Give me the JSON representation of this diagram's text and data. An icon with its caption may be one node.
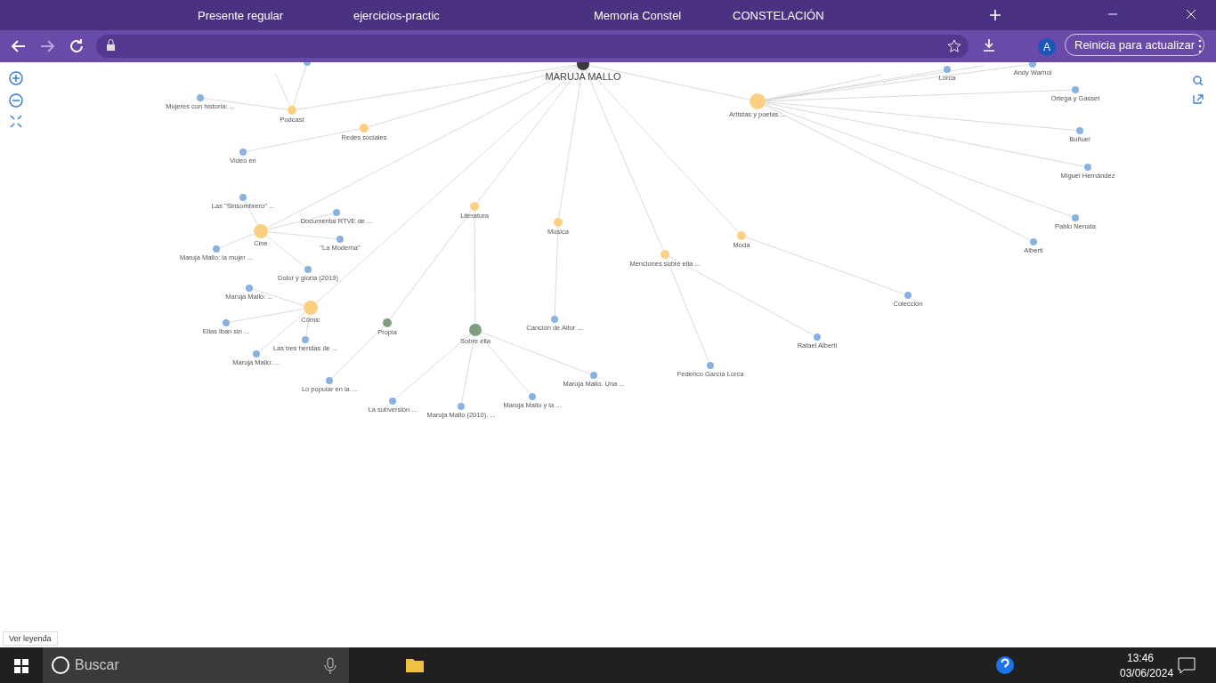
{
  "diagram": {
    "nodes": [
      {
        "text": [
          "MARUJA MALLO"
        ]
      },
      {
        "text": [
          "Podcast"
        ]
      },
      {
        "text": [
          "Mujeres con historia: ..."
        ]
      },
      {
        "text": [],
        "shape": "circle"
      },
      {
        "text": [
          "Redes sociales"
        ]
      },
      {
        "text": [
          "Video en"
        ]
      },
      {
        "text": [
          "Artistas y poetas ..."
        ]
      },
      {
        "text": [
          "Lorca"
        ]
      },
      {
        "text": [
          "Andy Warhol"
        ]
      },
      {
        "text": [
          "Ortega y Gasset"
        ]
      },
      {
        "text": [
          "Buñuel"
        ]
      },
      {
        "text": [
          "Miguel Hernández"
        ]
      },
      {
        "text": [
          "Pablo Neruda"
        ]
      },
      {
        "text": [
          "Alberti"
        ]
      },
      {
        "text": [
          "Literatura"
        ]
      },
      {
        "text": [
          "Música"
        ]
      },
      {
        "text": [
          "Menciones sobre ella ..."
        ]
      },
      {
        "text": [
          "Moda"
        ]
      },
      {
        "text": [
          "Colección"
        ]
      },
      {
        "text": [
          "Rafael Alberti"
        ]
      },
      {
        "text": [
          "Federico García Lorca"
        ]
      },
      {
        "text": [
          "Canción de Aitor ..."
        ]
      },
      {
        "text": [
          "Cine"
        ]
      },
      {
        "text": [
          "Las \"Sinsombrero\" ..."
        ]
      },
      {
        "text": [
          "Documental RTVE de ..."
        ]
      },
      {
        "text": [
          "\"La Moderna\""
        ]
      },
      {
        "text": [
          "Maruja Mallo: la mujer ..."
        ]
      },
      {
        "text": [
          "Dolor y gloria (2019)"
        ]
      },
      {
        "text": [
          "Cómic"
        ]
      },
      {
        "text": [
          "Maruja Mallo: ..."
        ]
      },
      {
        "text": [
          "Ellas iban sin ..."
        ]
      },
      {
        "text": [
          "Las tres heridas de ..."
        ]
      },
      {
        "text": [
          "Maruja Mallo: ..."
        ]
      },
      {
        "text": [
          "Propia"
        ]
      },
      {
        "text": [
          "Lo popular en la ..."
        ]
      },
      {
        "text": [
          "Sobre ella"
        ]
      },
      {
        "text": [
          "La subversión ..."
        ]
      },
      {
        "text": [
          "Maruja Mallo (2010). ..."
        ]
      },
      {
        "text": [
          "Maruja Mallo y la ..."
        ]
      },
      {
        "text": [
          "Maruja Mallo. Una ..."
        ]
      }
    ],
    "edges": [
      {
        "from": 0,
        "to": 1,
        "arrow": "none"
      },
      {
        "from": 0,
        "to": 4,
        "arrow": "none"
      },
      {
        "from": 0,
        "to": 6,
        "arrow": "none"
      },
      {
        "from": 0,
        "to": 14,
        "arrow": "none"
      },
      {
        "from": 0,
        "to": 15,
        "arrow": "none"
      },
      {
        "from": 0,
        "to": 16,
        "arrow": "none"
      },
      {
        "from": 0,
        "to": 17,
        "arrow": "none"
      },
      {
        "from": 0,
        "to": 22,
        "arrow": "none"
      },
      {
        "from": 0,
        "to": 28,
        "arrow": "none"
      },
      {
        "from": null,
        "to": 1,
        "arrow": "none"
      },
      {
        "from": 3,
        "to": 1,
        "arrow": "none"
      },
      {
        "from": 1,
        "to": 2,
        "arrow": "none"
      },
      {
        "from": 4,
        "to": 5,
        "arrow": "none"
      },
      {
        "from": 6,
        "to": 7,
        "arrow": "none"
      },
      {
        "from": 6,
        "to": 8,
        "arrow": "none"
      },
      {
        "from": 6,
        "to": 9,
        "arrow": "none"
      },
      {
        "from": 6,
        "to": 10,
        "arrow": "none"
      },
      {
        "from": 6,
        "to": 11,
        "arrow": "none"
      },
      {
        "from": 6,
        "to": 12,
        "arrow": "none"
      },
      {
        "from": 6,
        "to": 13,
        "arrow": "none"
      },
      {
        "from": null,
        "to": 6,
        "arrow": "none"
      },
      {
        "from": null,
        "to": 6,
        "arrow": "none"
      },
      {
        "from": 14,
        "to": 33,
        "arrow": "none"
      },
      {
        "from": 14,
        "to": 35,
        "arrow": "none"
      },
      {
        "from": 15,
        "to": 21,
        "arrow": "none"
      },
      {
        "from": 16,
        "to": 20,
        "arrow": "none"
      },
      {
        "from": 16,
        "to": 19,
        "arrow": "none"
      },
      {
        "from": 17,
        "to": 18,
        "arrow": "none"
      },
      {
        "from": 22,
        "to": 23,
        "arrow": "none"
      },
      {
        "from": 22,
        "to": 24,
        "arrow": "none"
      },
      {
        "from": 22,
        "to": 25,
        "arrow": "none"
      },
      {
        "from": 22,
        "to": 26,
        "arrow": "none"
      },
      {
        "from": 22,
        "to": 27,
        "arrow": "none"
      },
      {
        "from": 28,
        "to": 29,
        "arrow": "none"
      },
      {
        "from": 28,
        "to": 30,
        "arrow": "none"
      },
      {
        "from": 28,
        "to": 31,
        "arrow": "none"
      },
      {
        "from": 28,
        "to": 32,
        "arrow": "none"
      },
      {
        "from": 33,
        "to": 34,
        "arrow": "none"
      },
      {
        "from": 35,
        "to": 36,
        "arrow": "none"
      },
      {
        "from": 35,
        "to": 37,
        "arrow": "none"
      },
      {
        "from": 35,
        "to": 38,
        "arrow": "none"
      },
      {
        "from": 35,
        "to": 39,
        "arrow": "none"
      }
    ],
    "labels": [
      "Presente regular",
      "ejercicios-practic",
      "Memoria Constel",
      "CONSTELACIÓN",
      "A",
      "Reinicia para actualizar",
      "Ver leyenda",
      "Buscar",
      "13:46",
      "03/06/2024"
    ]
  }
}
